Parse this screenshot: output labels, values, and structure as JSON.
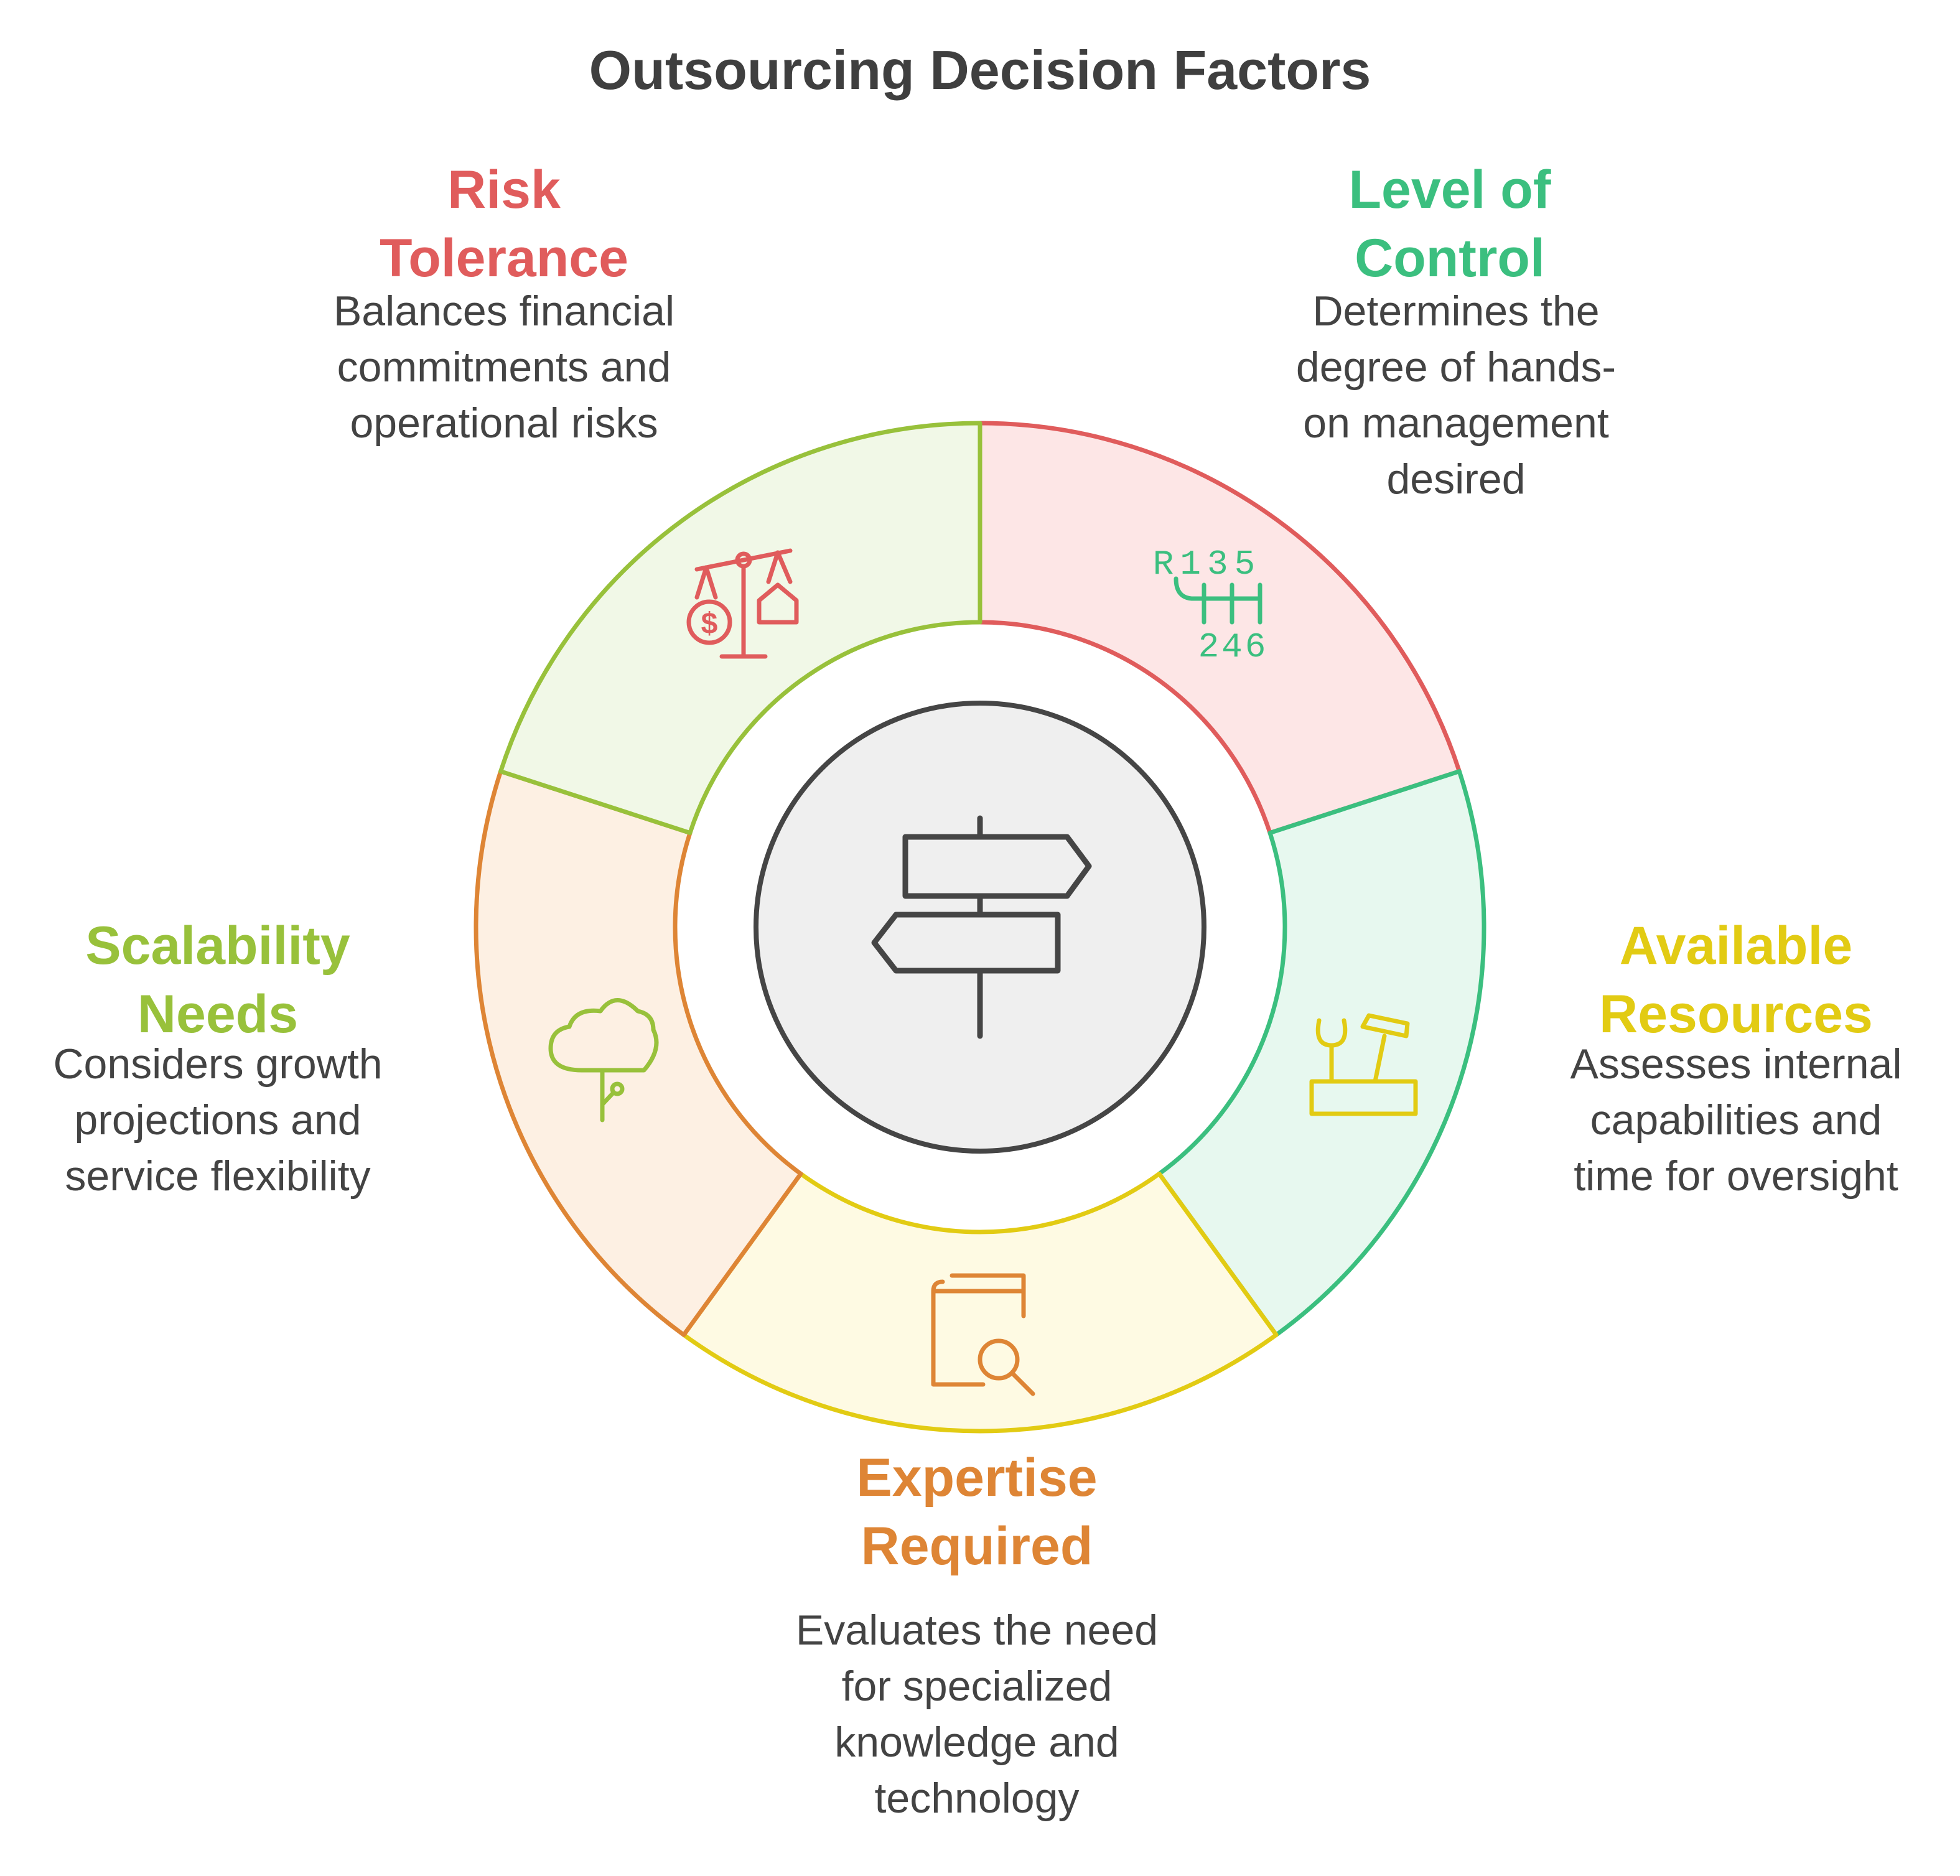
{
  "title": "Outsourcing Decision Factors",
  "center": {
    "icon": "signpost-icon"
  },
  "factors": [
    {
      "id": "risk-tolerance",
      "heading": [
        "Risk",
        "Tolerance"
      ],
      "description": [
        "Balances financial",
        "commitments and",
        "operational risks"
      ],
      "icon": "scale-money-house-icon",
      "color": "#e05c5c",
      "fill": "#fde6e6"
    },
    {
      "id": "level-of-control",
      "heading": [
        "Level of",
        "Control"
      ],
      "description": [
        "Determines the",
        "degree of hands-",
        "on management",
        "desired"
      ],
      "icon": "gear-shifter-icon",
      "icon_text": {
        "top": "R135",
        "bottom": "246"
      },
      "color": "#3bbf7f",
      "fill": "#e7f8ef"
    },
    {
      "id": "available-resources",
      "heading": [
        "Available",
        "Resources"
      ],
      "description": [
        "Assesses internal",
        "capabilities and",
        "time for oversight"
      ],
      "icon": "toolbox-icon",
      "color": "#e2cb13",
      "fill": "#fefae3"
    },
    {
      "id": "expertise-required",
      "heading": [
        "Expertise",
        "Required"
      ],
      "description": [
        "Evaluates the need",
        "for specialized",
        "knowledge and",
        "technology"
      ],
      "icon": "book-search-icon",
      "color": "#de8535",
      "fill": "#fdf0e3"
    },
    {
      "id": "scalability-needs",
      "heading": [
        "Scalability",
        "Needs"
      ],
      "description": [
        "Considers growth",
        "projections and",
        "service flexibility"
      ],
      "icon": "tree-icon",
      "color": "#98c13b",
      "fill": "#f1f8e7"
    }
  ]
}
